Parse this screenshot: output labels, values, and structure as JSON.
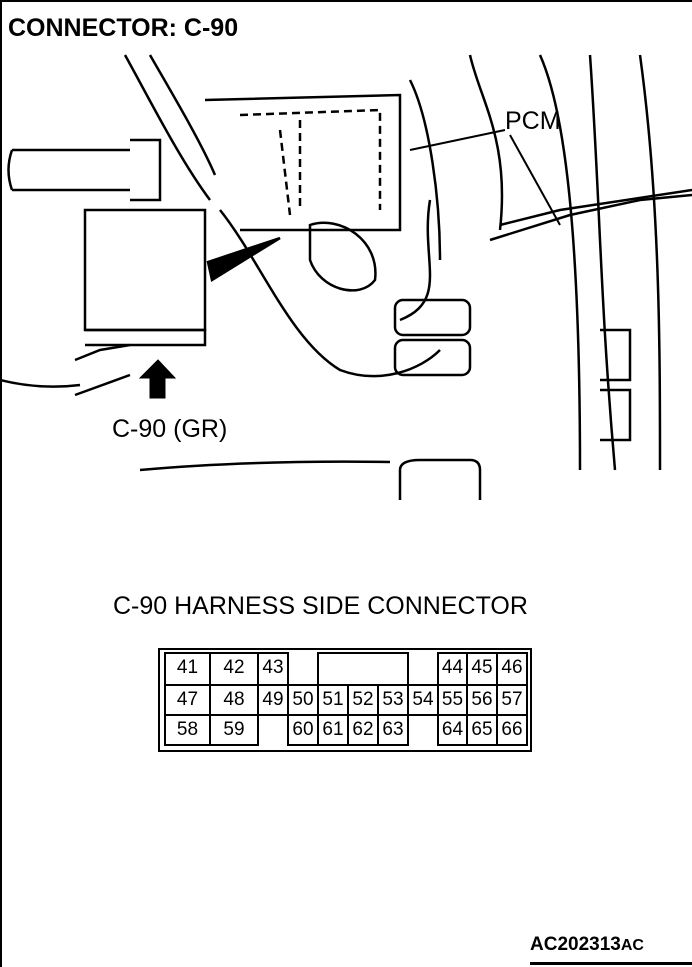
{
  "title": "CONNECTOR: C-90",
  "callouts": {
    "pcm": "PCM",
    "connector": "C-90 (GR)"
  },
  "connector_title": "C-90 HARNESS SIDE CONNECTOR",
  "pins": [
    "41",
    "42",
    "43",
    "44",
    "45",
    "46",
    "47",
    "48",
    "49",
    "50",
    "51",
    "52",
    "53",
    "54",
    "55",
    "56",
    "57",
    "58",
    "59",
    "60",
    "61",
    "62",
    "63",
    "64",
    "65",
    "66"
  ],
  "figure_code": "AC202313",
  "figure_code_suffix": "AC"
}
